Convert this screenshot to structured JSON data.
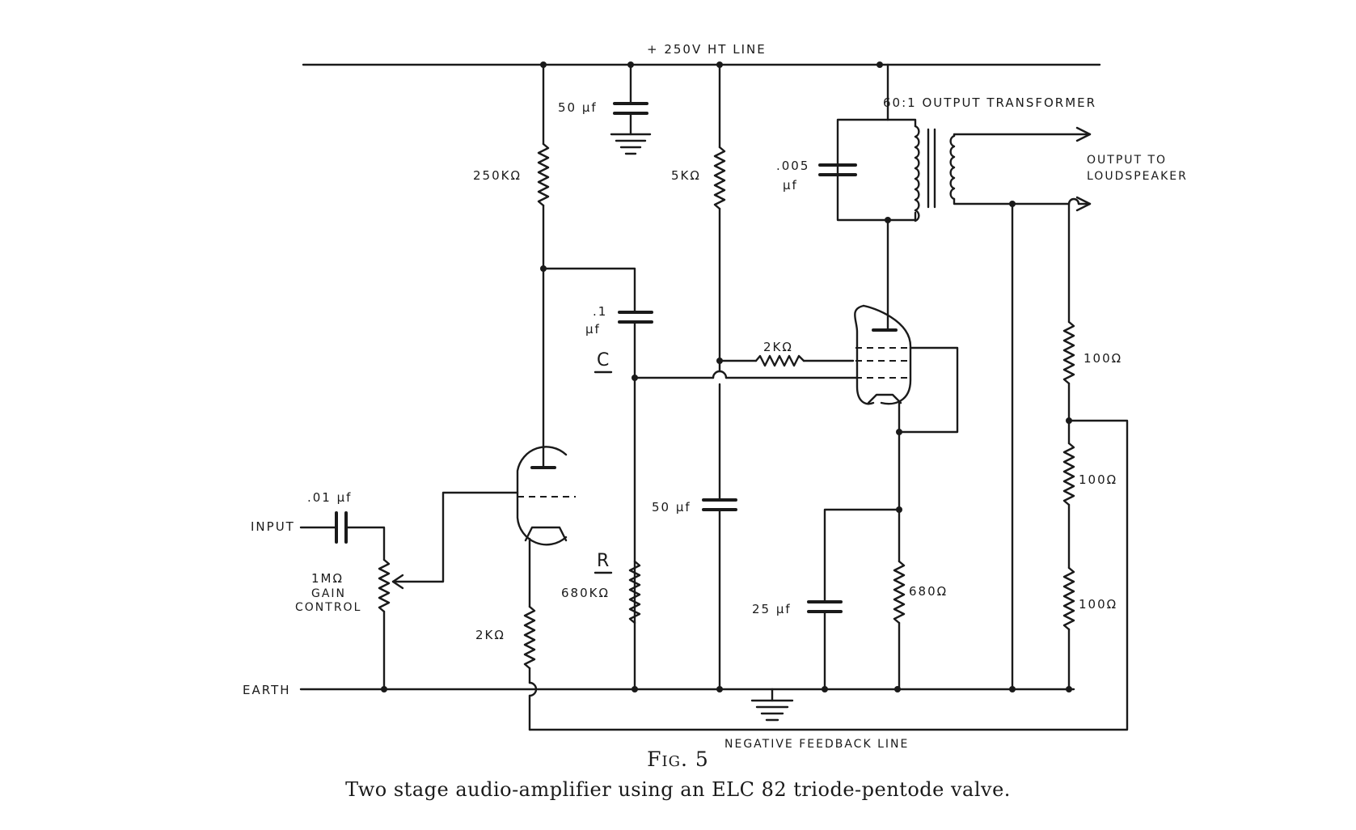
{
  "figure": {
    "title": "Fig. 5",
    "caption": "Two stage audio-amplifier using an  ELC 82 triode-pentode valve."
  },
  "labels": {
    "ht_line": "+ 250V  HT  LINE",
    "output_transformer": "60:1 OUTPUT  TRANSFORMER",
    "output_line1": "OUTPUT  TO",
    "output_line2": "LOUDSPEAKER",
    "input": "INPUT",
    "earth": "EARTH",
    "negative_feedback": "NEGATIVE  FEEDBACK  LINE",
    "gain_line1": "1MΩ",
    "gain_line2": "GAIN",
    "gain_line3": "CONTROL",
    "node_c": "C",
    "node_r": "R"
  },
  "components": {
    "c_ht_decouple": "50 μf",
    "r_anode_triode": "250KΩ",
    "r_screen": "5KΩ",
    "c_tone": ".005",
    "c_tone_unit": "μf",
    "c_coupling": ".1",
    "c_coupling_unit": "μf",
    "r_grid_stop": "2KΩ",
    "c_screen_decouple": "50 μf",
    "r_grid_leak": "680KΩ",
    "r_cathode_triode": "2KΩ",
    "c_input": ".01 μf",
    "c_cathode_bypass": "25 μf",
    "r_cathode_pentode": "680Ω",
    "r_fb1": "100Ω",
    "r_fb2": "100Ω",
    "r_fb3": "100Ω"
  }
}
